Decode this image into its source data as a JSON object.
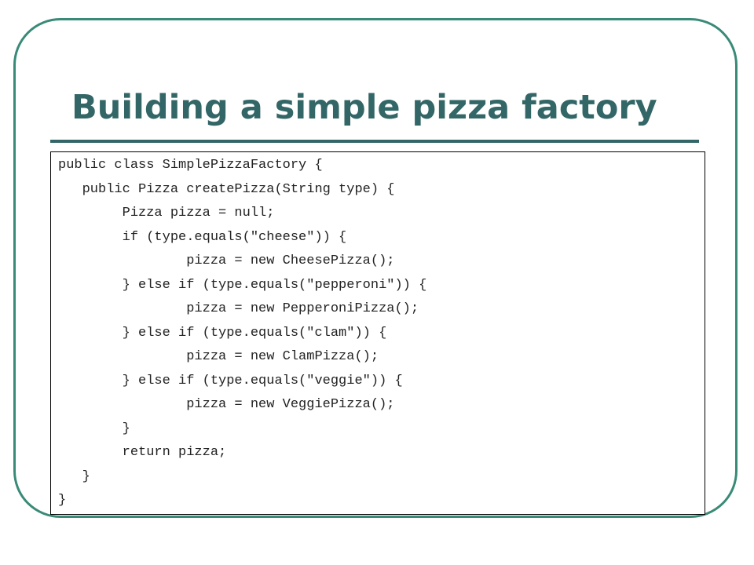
{
  "slide": {
    "title": "Building a simple pizza factory"
  },
  "code": {
    "lines": [
      "public class SimplePizzaFactory {",
      "   public Pizza createPizza(String type) {",
      "        Pizza pizza = null;",
      "        if (type.equals(\"cheese\")) {",
      "                pizza = new CheesePizza();",
      "        } else if (type.equals(\"pepperoni\")) {",
      "                pizza = new PepperoniPizza();",
      "        } else if (type.equals(\"clam\")) {",
      "                pizza = new ClamPizza();",
      "        } else if (type.equals(\"veggie\")) {",
      "                pizza = new VeggiePizza();",
      "        }",
      "        return pizza;",
      "   }",
      "}"
    ]
  },
  "colors": {
    "title": "#336666",
    "frame": "#3a8a78"
  }
}
